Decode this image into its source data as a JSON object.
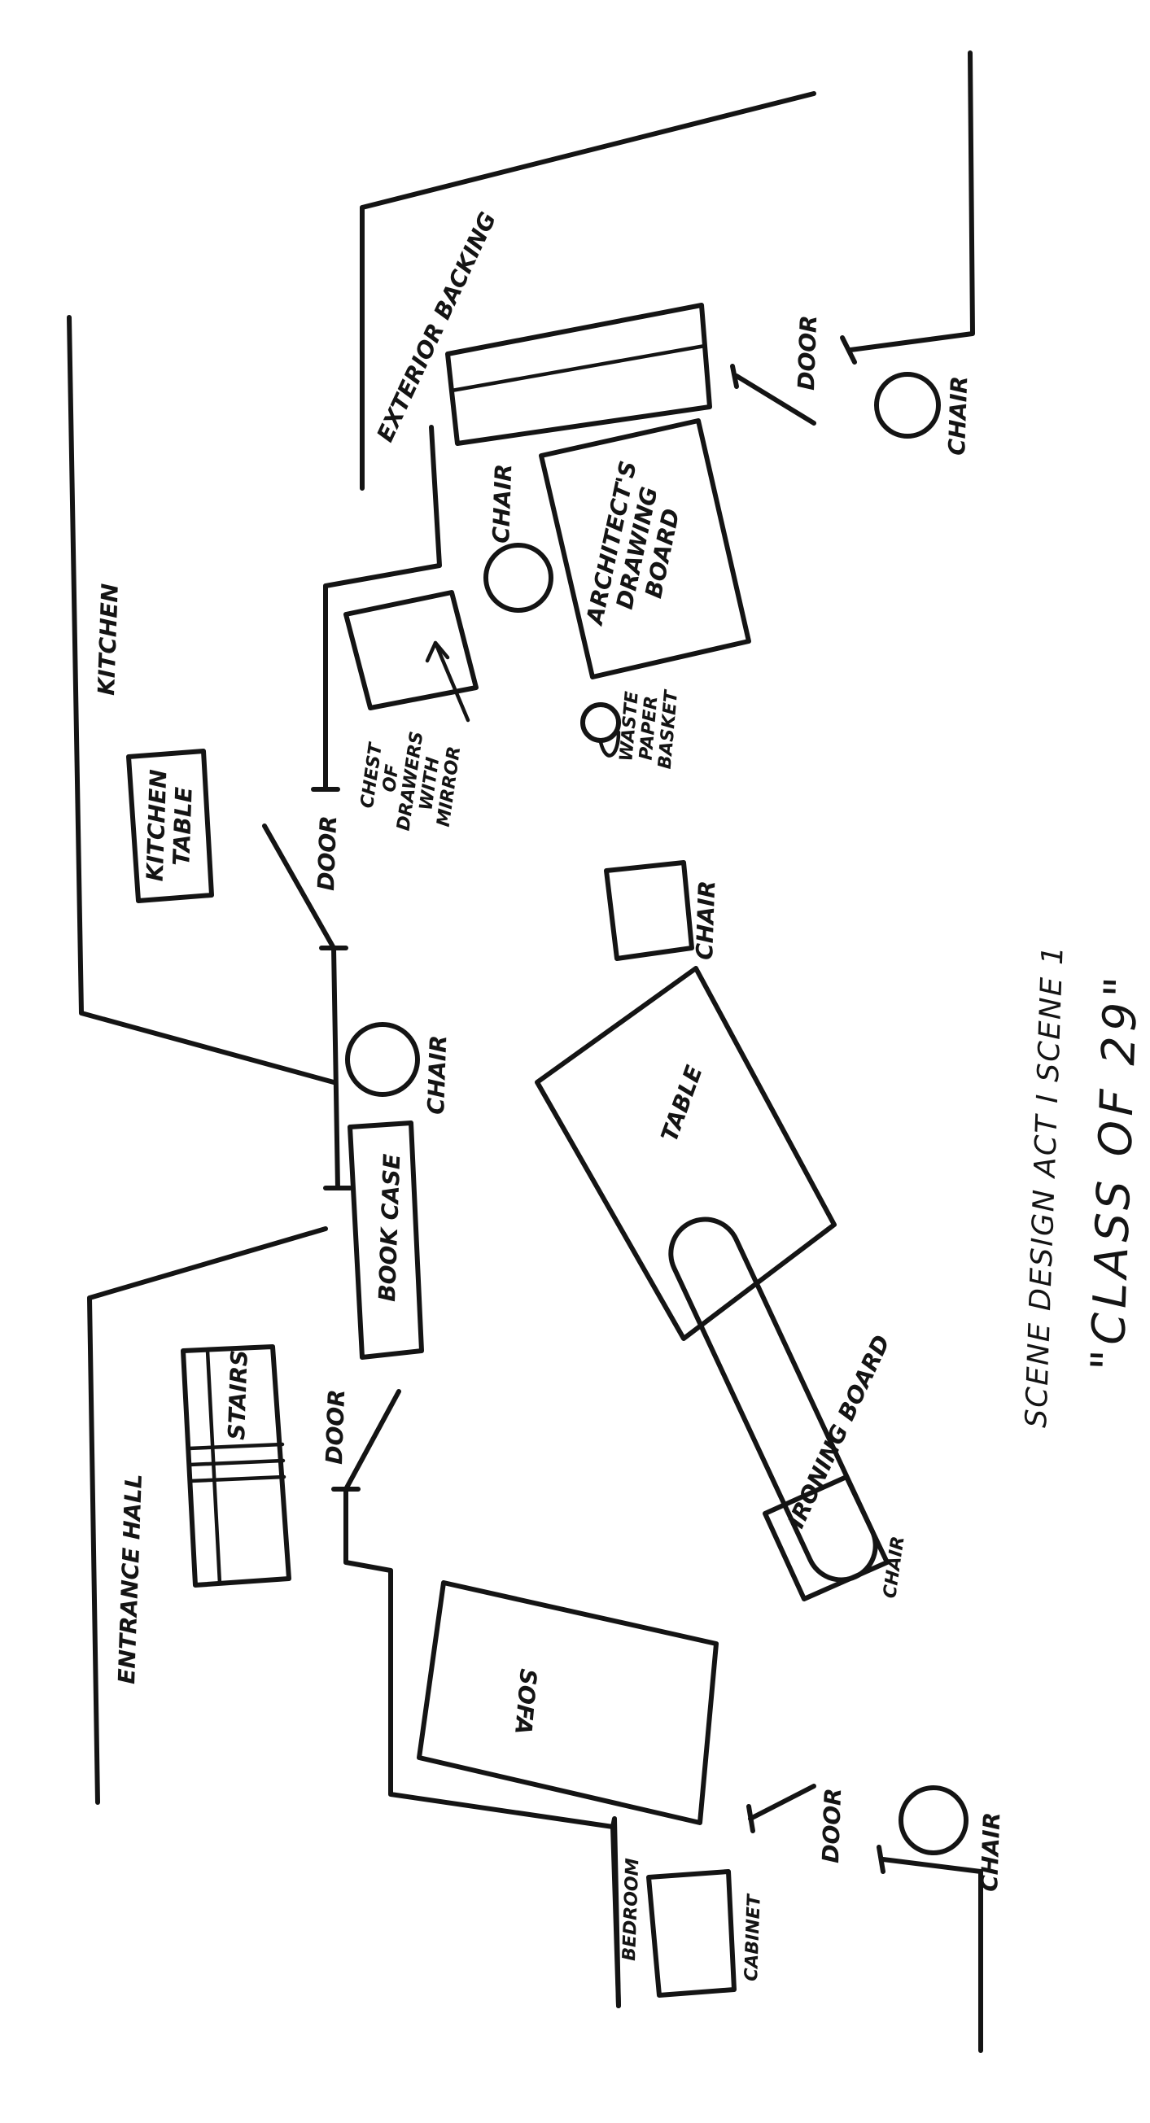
{
  "labels": {
    "exterior_backing": "EXTERIOR BACKING",
    "kitchen": "KITCHEN",
    "kitchen_table": [
      "KITCHEN",
      "TABLE"
    ],
    "door_right": "DOOR",
    "chair_right": "CHAIR",
    "chair_near_drawing_board": "CHAIR",
    "drawing_board": [
      "ARCHITECT'S",
      "DRAWING",
      "BOARD"
    ],
    "chest": [
      "CHEST",
      "OF",
      "DRAWERS",
      "WITH",
      "MIRROR"
    ],
    "waste_basket": [
      "WASTE",
      "PAPER",
      "BASKET"
    ],
    "door_kitchen": "DOOR",
    "chair_square": "CHAIR",
    "chair_by_bookcase": "CHAIR",
    "book_case": "BOOK CASE",
    "table": "TABLE",
    "ironing_board": "IRONING BOARD",
    "chair_ironing": "CHAIR",
    "stairs": "STAIRS",
    "entrance_hall": "ENTRANCE   HALL",
    "door_hall": "DOOR",
    "sofa": "SOFA",
    "door_bedroom": "DOOR",
    "chair_bottom": "CHAIR",
    "bedroom": "BEDROOM",
    "cabinet": "CABINET"
  },
  "caption": {
    "line1": "SCENE DESIGN  ACT I SCENE 1",
    "line2": "\"CLASS OF 29\""
  }
}
